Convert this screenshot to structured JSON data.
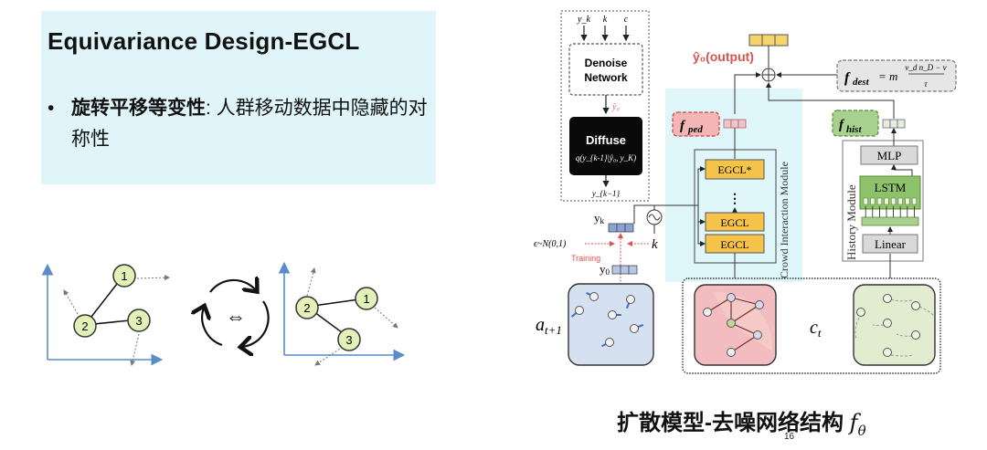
{
  "slide": {
    "title": "Equivariance Design-EGCL",
    "bullet_marker": "•",
    "bullet_bold": "旋转平移等变性",
    "bullet_rest": ": 人群移动数据中隐藏的对称性",
    "caption_text": "扩散模型-去噪网络结构 ",
    "caption_symbol": "f",
    "caption_sub": "θ",
    "page_number": "16"
  },
  "equivariance_illustration": {
    "left_graph_nodes": [
      "1",
      "2",
      "3"
    ],
    "right_graph_nodes": [
      "1",
      "2",
      "3"
    ],
    "equivalence_symbol": "⇔"
  },
  "diagram": {
    "inputs": [
      "y_k",
      "k",
      "c"
    ],
    "denoise_label_line1": "Denoise",
    "denoise_label_line2": "Network",
    "y0_hat": "ŷ₀",
    "diffuse_label": "Diffuse",
    "diffuse_formula": "q(y_{k-1}|ŷ₀, y_K)",
    "y_k_minus_1": "y_{k−1}",
    "output_label": "ŷ₀(output)",
    "f_ped": "f",
    "f_ped_sub": "ped",
    "f_dest": "f",
    "f_dest_sub": "dest",
    "f_dest_eq": "= m",
    "f_dest_num": "v_d n_D − v",
    "f_dest_den": "τ",
    "f_hist": "f",
    "f_hist_sub": "hist",
    "egcl_star": "EGCL*",
    "egcl_1": "EGCL",
    "egcl_2": "EGCL",
    "ellipsis": "⋮",
    "crowd_module": "Crowd Interaction Module",
    "history_module": "History Module",
    "mlp": "MLP",
    "lstm": "LSTM",
    "linear": "Linear",
    "yk_label": "y",
    "yk_sub": "k",
    "y0_label": "y",
    "y0_sub": "0",
    "noise_label": "ϵ~N(0,1)",
    "k_label": "k",
    "training_label": "Training",
    "a_label": "a",
    "a_sub": "t+1",
    "c_label": "c",
    "c_sub": "t"
  },
  "colors": {
    "light_cyan": "#dff5f9",
    "egcl_yellow": "#f5c24a",
    "output_yellow": "#f6d46a",
    "ped_red": "#f3b5b5",
    "hist_green": "#a9d18e",
    "lstm_green": "#8dc26a",
    "gray_box": "#d9d9d9",
    "blue_panel": "#d5e0f0",
    "pink_panel": "#f2bcc0",
    "green_panel": "#e2eccf",
    "red_label": "#d9534f"
  }
}
